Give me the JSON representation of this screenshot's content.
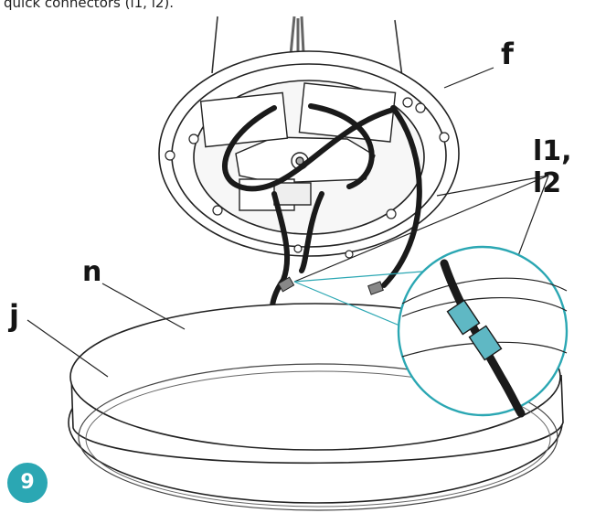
{
  "caption": "quick connectors (l1, l2).",
  "labels": {
    "f": "f",
    "l1_l2": "l1, l2",
    "n": "n",
    "j": "j"
  },
  "step_number": "9",
  "colors": {
    "accent": "#2ba7b3",
    "connector": "#5fb8c4",
    "line": "#222222",
    "cable": "#1a1a1a"
  }
}
